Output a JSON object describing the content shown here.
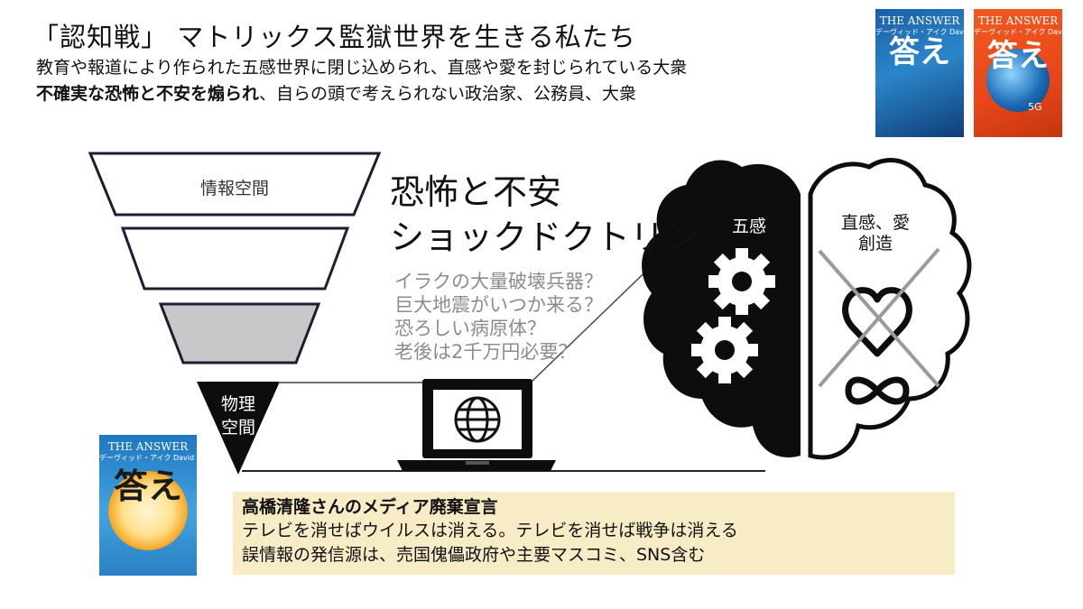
{
  "header": {
    "title": "「認知戦」 マトリックス監獄世界を生きる私たち",
    "line1": "教育や報道により作られた五感世界に閉じ込められ、直感や愛を封じられている大衆",
    "line2_bold": "不確実な恐怖と不安を煽られ",
    "line2_rest": "、自らの頭で考えられない政治家、公務員、大衆"
  },
  "books": {
    "top_blue": {
      "title": "THE ANSWER",
      "author": "デーヴィッド・アイク David Icke",
      "kanji": "答え"
    },
    "top_orange": {
      "title": "THE ANSWER",
      "author": "デーヴィッド・アイク David Icke",
      "kanji": "答え",
      "badge": "5G"
    },
    "bottom": {
      "title": "THE ANSWER",
      "author": "デーヴィッド・アイク David Icke",
      "kanji": "答え"
    }
  },
  "funnel": {
    "top_label": "情報空間",
    "bottom_label_line1": "物理",
    "bottom_label_line2": "空間"
  },
  "center": {
    "fear": "恐怖と不安",
    "shock": "ショックドクトリン",
    "questions": [
      "イラクの大量破壊兵器？",
      "巨大地震がいつか来る？",
      "恐ろしい病原体？",
      "老後は2千万円必要？"
    ]
  },
  "brain": {
    "left_label": "五感",
    "right_label_line1": "直感、愛",
    "right_label_line2": "創造"
  },
  "declaration": {
    "heading": "高橋清隆さんのメディア廃棄宣言",
    "line1": "テレビを消せばウイルスは消える。テレビを消せば戦争は消える",
    "line2": "誤情報の発信源は、売国傀儡政府や主要マスコミ、SNS含む"
  },
  "colors": {
    "declaration_bg": "#f8ecc6",
    "funnel_fill": "#c8c8c8",
    "question_text": "#8c8c8c",
    "cross": "#9a9a9a"
  },
  "icons": [
    "gear-icon",
    "heart-icon",
    "infinity-icon",
    "globe-icon",
    "laptop-icon",
    "virus-icon",
    "coins-icon",
    "soldier-icon"
  ]
}
